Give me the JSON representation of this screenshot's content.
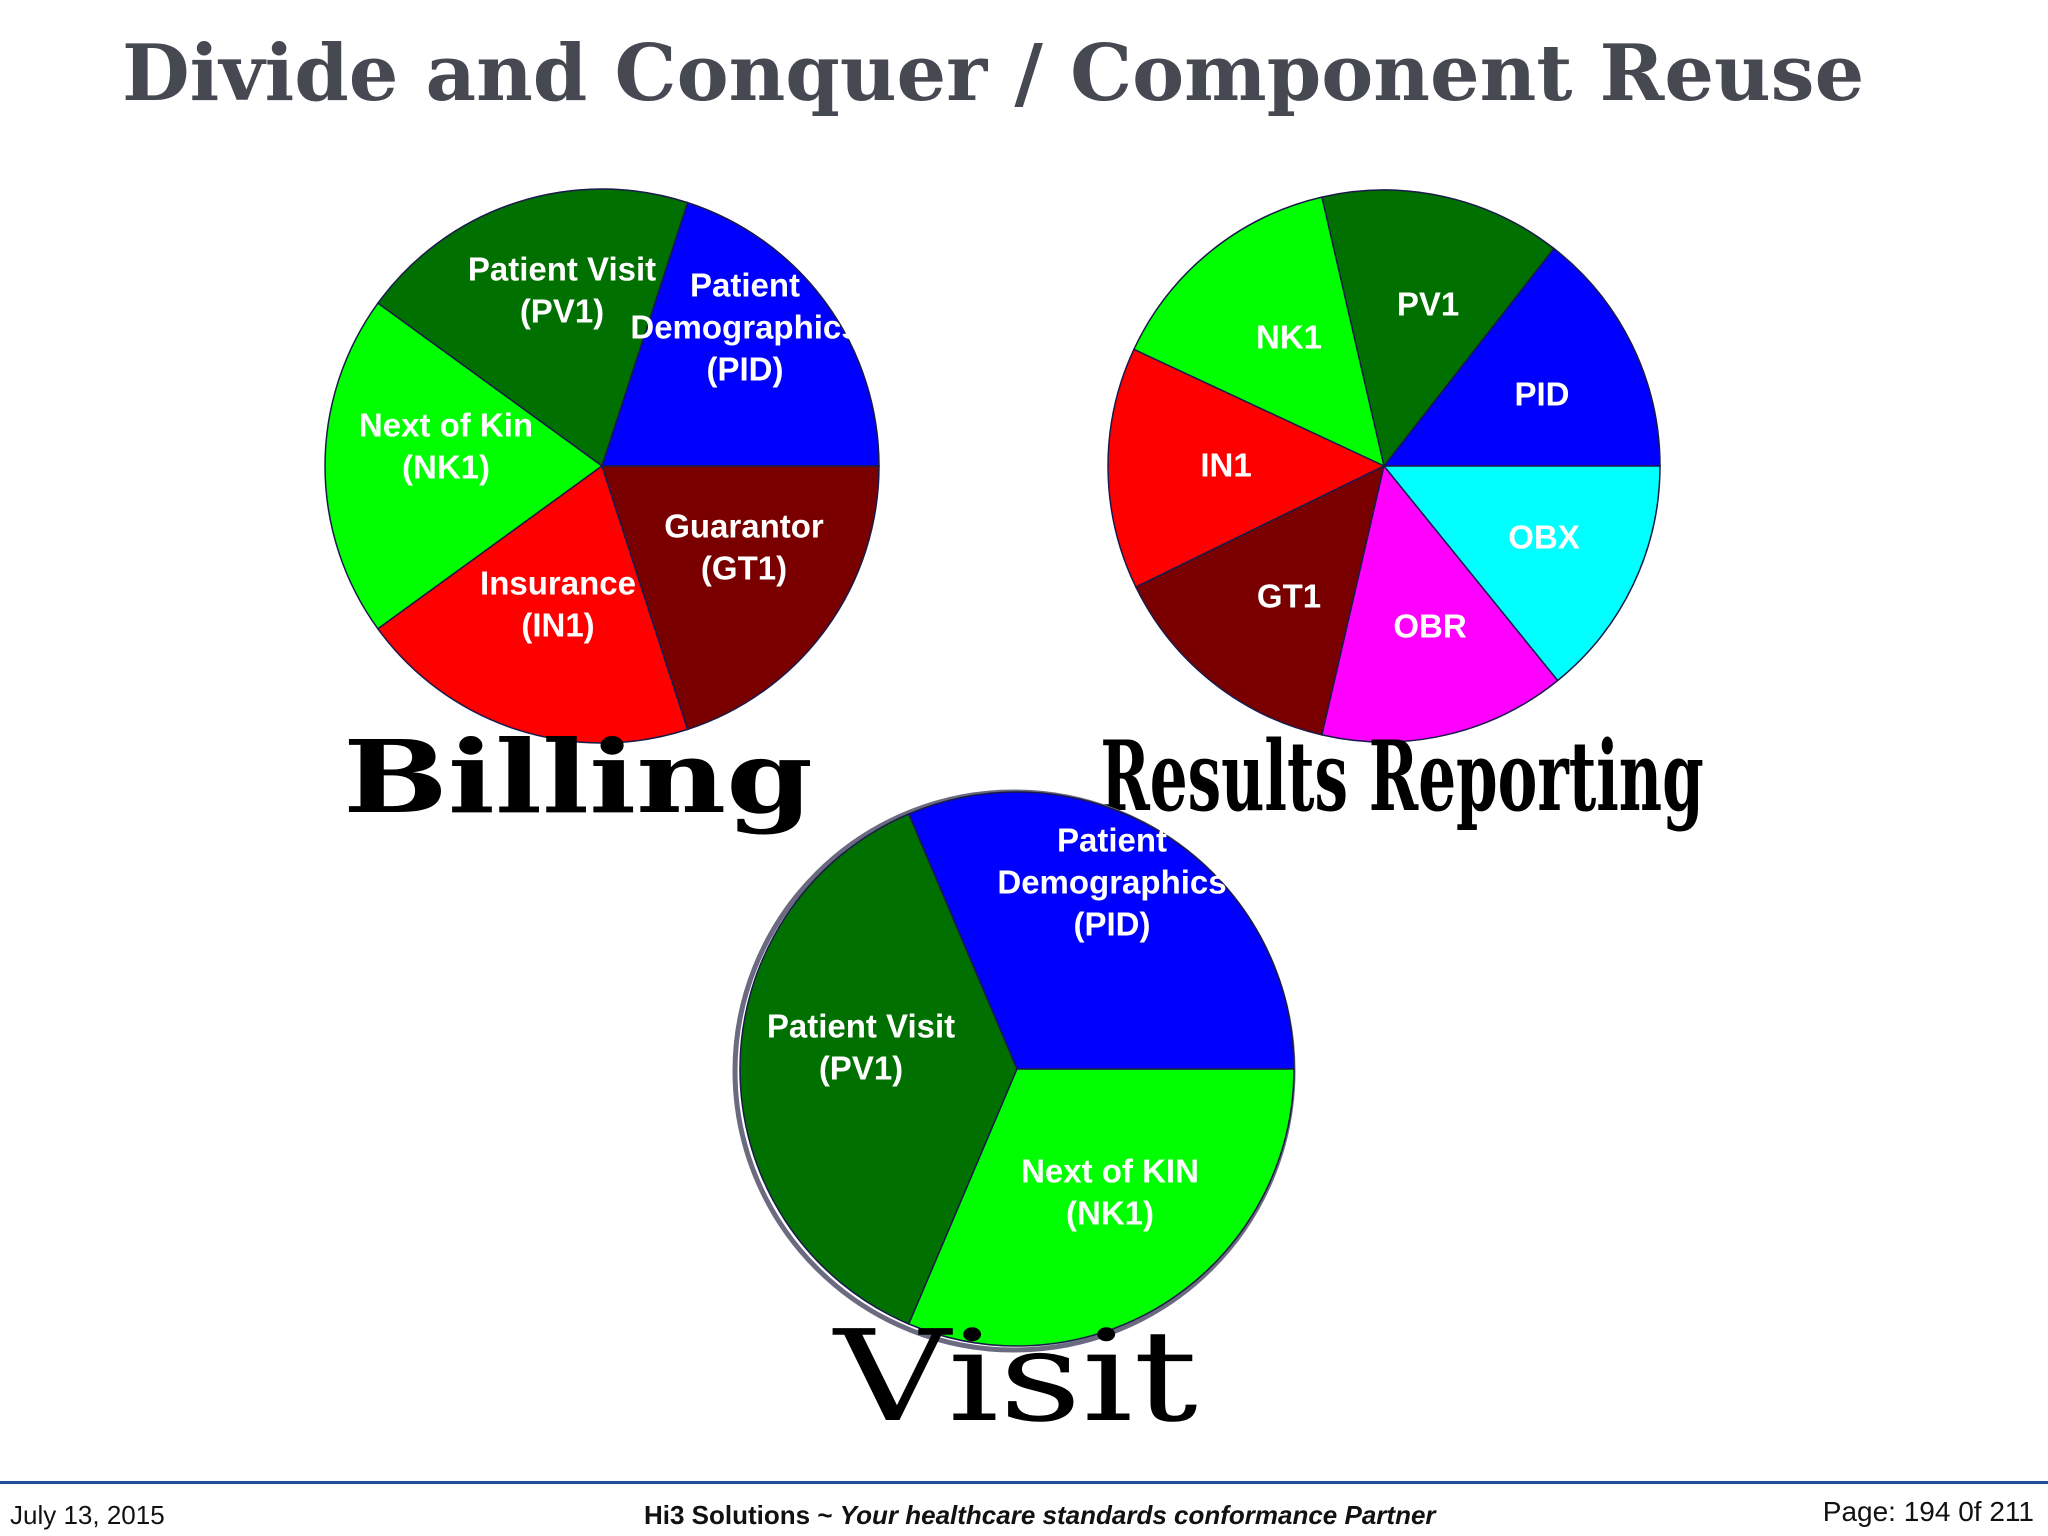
{
  "title": "Divide and Conquer / Component Reuse",
  "colors": {
    "dark_green": "#007000",
    "blue": "#0000ff",
    "light_green": "#00ff00",
    "red": "#ff0000",
    "maroon": "#7a0000",
    "cyan": "#00ffff",
    "magenta": "#ff00ff",
    "title_gray": "#464852",
    "footer_line": "#1f4e9a"
  },
  "diagrams": [
    {
      "id": "billing",
      "caption": "Billing",
      "segments": [
        {
          "id": "pid",
          "label": [
            "Patient",
            "Demographics",
            "(PID)"
          ],
          "color": "#0000ff"
        },
        {
          "id": "pv1",
          "label": [
            "Patient Visit",
            "(PV1)"
          ],
          "color": "#007000"
        },
        {
          "id": "nk1",
          "label": [
            "Next of Kin",
            "(NK1)"
          ],
          "color": "#00ff00"
        },
        {
          "id": "in1",
          "label": [
            "Insurance",
            "(IN1)"
          ],
          "color": "#ff0000"
        },
        {
          "id": "gt1",
          "label": [
            "Guarantor",
            "(GT1)"
          ],
          "color": "#7a0000"
        }
      ]
    },
    {
      "id": "results-reporting",
      "caption": "Results Reporting",
      "segments": [
        {
          "id": "pid",
          "label": [
            "PID"
          ],
          "color": "#0000ff"
        },
        {
          "id": "pv1",
          "label": [
            "PV1"
          ],
          "color": "#007000"
        },
        {
          "id": "nk1",
          "label": [
            "NK1"
          ],
          "color": "#00ff00"
        },
        {
          "id": "in1",
          "label": [
            "IN1"
          ],
          "color": "#ff0000"
        },
        {
          "id": "gt1",
          "label": [
            "GT1"
          ],
          "color": "#7a0000"
        },
        {
          "id": "obr",
          "label": [
            "OBR"
          ],
          "color": "#ff00ff"
        },
        {
          "id": "obx",
          "label": [
            "OBX"
          ],
          "color": "#00ffff"
        }
      ]
    },
    {
      "id": "visit",
      "caption": "Visit",
      "segments": [
        {
          "id": "pid",
          "label": [
            "Patient",
            "Demographics",
            "(PID)"
          ],
          "color": "#0000ff"
        },
        {
          "id": "pv1",
          "label": [
            "Patient Visit",
            "(PV1)"
          ],
          "color": "#007000"
        },
        {
          "id": "nk1",
          "label": [
            "Next of KIN",
            "(NK1)"
          ],
          "color": "#00ff00"
        }
      ]
    }
  ],
  "footer": {
    "date": "July 13, 2015",
    "company": "Hi3 Solutions ~ ",
    "tagline": "Your healthcare standards conformance Partner",
    "page": "Page: 194 0f 211"
  }
}
